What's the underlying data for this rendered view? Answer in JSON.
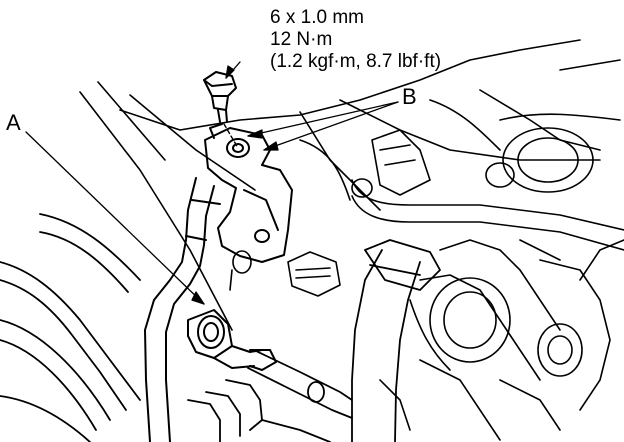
{
  "labels": {
    "part_a": "A",
    "part_b": "B"
  },
  "torque_spec": {
    "bolt_size": "6 x 1.0 mm",
    "torque_nm": "12 N·m",
    "torque_alt": "(1.2 kgf·m, 8.7 lbf·ft)"
  },
  "colors": {
    "ink": "#000000",
    "paper": "#ffffff"
  }
}
